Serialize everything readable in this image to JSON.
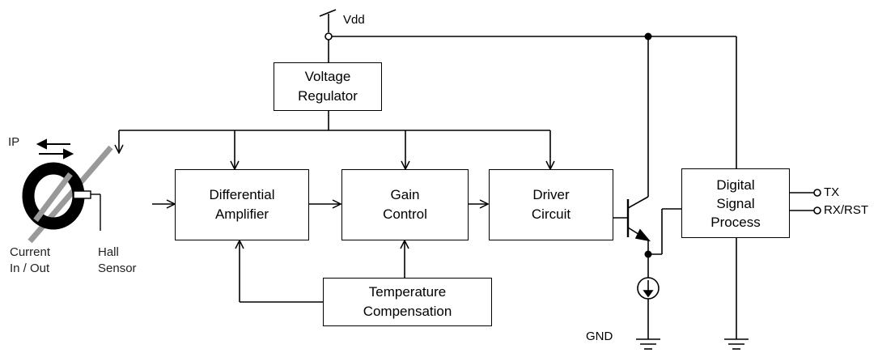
{
  "supply": {
    "vdd": "Vdd",
    "gnd": "GND"
  },
  "blocks": {
    "voltage_regulator": [
      "Voltage",
      "Regulator"
    ],
    "differential_amplifier": [
      "Differential",
      "Amplifier"
    ],
    "gain_control": [
      "Gain",
      "Control"
    ],
    "driver_circuit": [
      "Driver",
      "Circuit"
    ],
    "temperature_compensation": [
      "Temperature",
      "Compensation"
    ],
    "digital_signal_process": [
      "Digital",
      "Signal",
      "Process"
    ]
  },
  "sensor": {
    "ip": "IP",
    "current": [
      "Current",
      "In / Out"
    ],
    "hall": [
      "Hall",
      "Sensor"
    ]
  },
  "pins": {
    "tx": "TX",
    "rx_rst": "RX/RST"
  }
}
